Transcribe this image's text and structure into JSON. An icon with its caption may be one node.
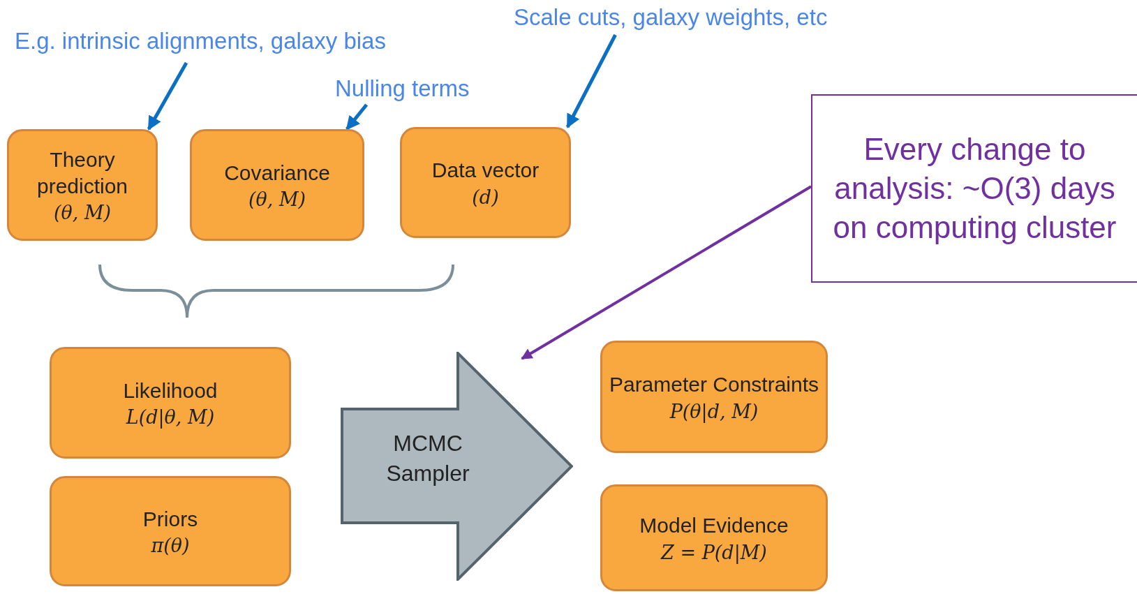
{
  "diagram": {
    "nodes": [
      {
        "text": [
          "Theory prediction",
          "(θ, M)"
        ]
      },
      {
        "text": [
          "Covariance",
          "(θ, M)"
        ]
      },
      {
        "text": [
          "Data vector",
          "(d)"
        ]
      },
      {
        "text": [
          "Likelihood",
          "L(d|θ, M)"
        ]
      },
      {
        "text": [
          "Priors",
          "π(θ)"
        ]
      },
      {
        "text": [
          "MCMC Sampler"
        ]
      },
      {
        "text": [
          "Parameter Constraints",
          "P(θ|d, M)"
        ]
      },
      {
        "text": [
          "Model Evidence",
          "Z = P(d|M)"
        ]
      },
      {
        "text": [
          "Every change to analysis: ~O(3) days on computing cluster"
        ]
      },
      {
        "text": [
          "E.g. intrinsic alignments, galaxy bias"
        ]
      },
      {
        "text": [
          "Nulling terms"
        ]
      },
      {
        "text": [
          "Scale cuts, galaxy weights, etc"
        ]
      }
    ],
    "edges": [
      {
        "from": 9,
        "to": 0,
        "arrow": "to"
      },
      {
        "from": 10,
        "to": 1,
        "arrow": "to"
      },
      {
        "from": 11,
        "to": 2,
        "arrow": "to"
      },
      {
        "from": 8,
        "to": 5,
        "arrow": "to",
        "color": "#7030a0"
      }
    ]
  }
}
